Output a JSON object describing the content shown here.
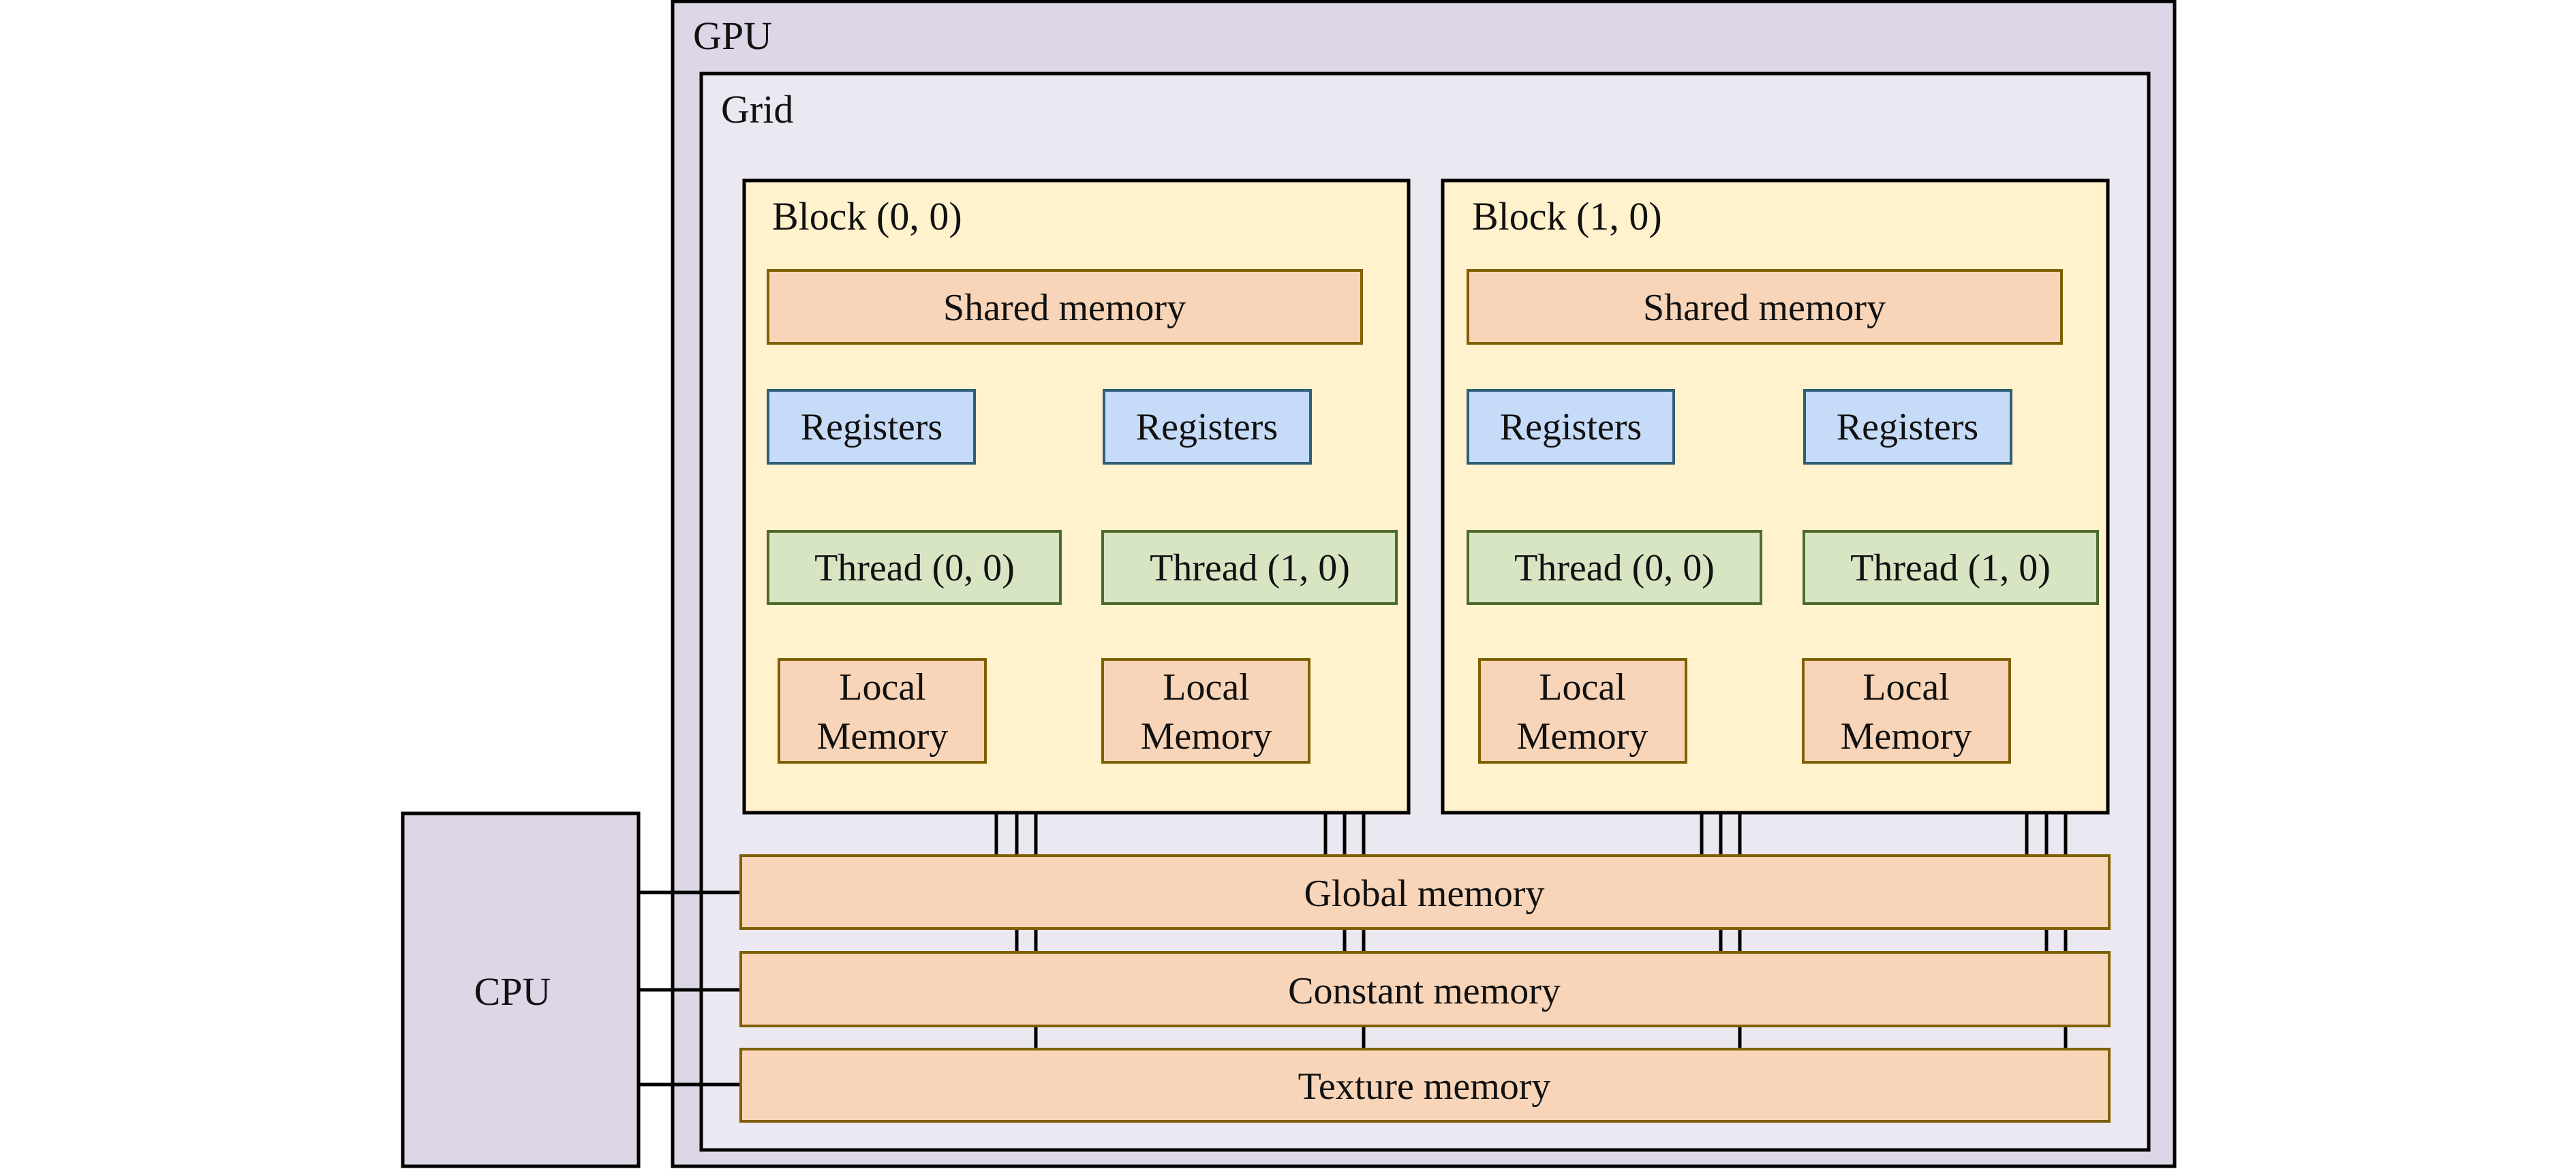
{
  "gpu": {
    "label": "GPU"
  },
  "grid": {
    "label": "Grid"
  },
  "blocks": [
    {
      "label": "Block (0, 0)",
      "shared_memory": "Shared memory",
      "threads": [
        {
          "registers": "Registers",
          "thread": "Thread (0, 0)",
          "local_line1": "Local",
          "local_line2": "Memory"
        },
        {
          "registers": "Registers",
          "thread": "Thread (1, 0)",
          "local_line1": "Local",
          "local_line2": "Memory"
        }
      ]
    },
    {
      "label": "Block (1, 0)",
      "shared_memory": "Shared memory",
      "threads": [
        {
          "registers": "Registers",
          "thread": "Thread (0, 0)",
          "local_line1": "Local",
          "local_line2": "Memory"
        },
        {
          "registers": "Registers",
          "thread": "Thread (1, 0)",
          "local_line1": "Local",
          "local_line2": "Memory"
        }
      ]
    }
  ],
  "memories": {
    "global": "Global memory",
    "constant": "Constant memory",
    "texture": "Texture memory"
  },
  "cpu": {
    "label": "CPU"
  },
  "colors": {
    "gpu_fill": "#dcd6e6",
    "grid_fill": "#ebe8f1",
    "block_fill": "#fff2cc",
    "memory_fill": "#f8d5b8",
    "memory_stroke": "#7f6000",
    "registers_fill": "#c6dbf7",
    "registers_stroke": "#2e5f75",
    "thread_fill": "#d7e5c3",
    "thread_stroke": "#4e6b2d",
    "cpu_fill": "#dcd6e6",
    "line": "#000000"
  }
}
